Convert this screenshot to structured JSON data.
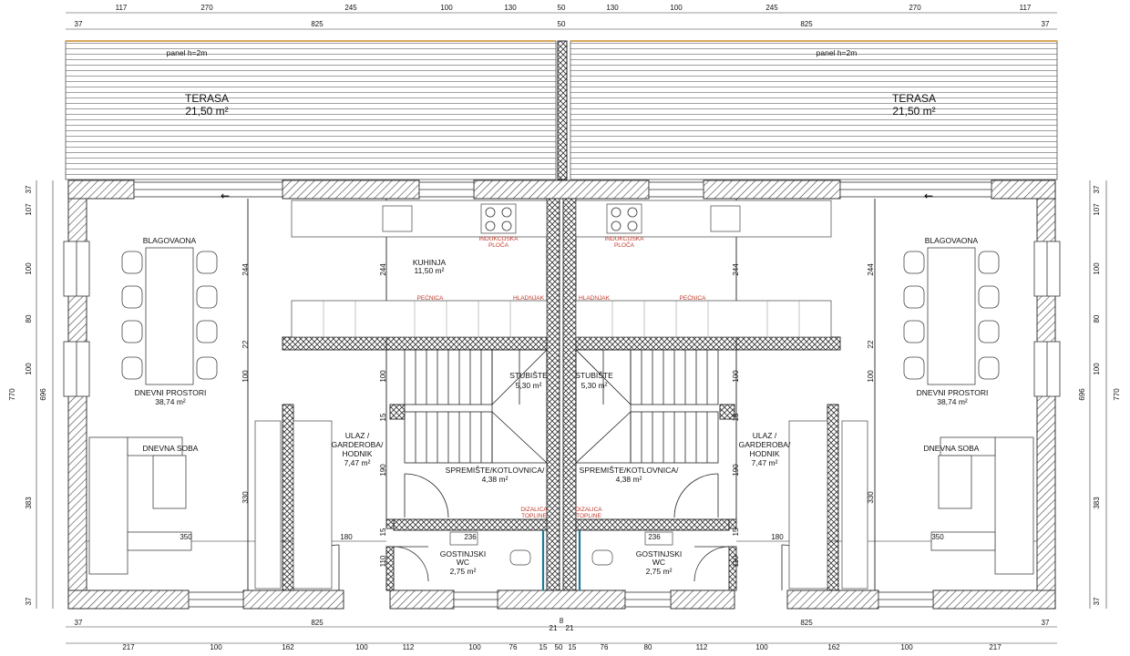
{
  "rooms": {
    "terasa": {
      "name": "TERASA",
      "area": "21,50 m²",
      "panel": "panel h=2m"
    },
    "blagovaona": {
      "name": "BLAGOVAONA"
    },
    "dnevni": {
      "name": "DNEVNI PROSTORI",
      "area": "38,74 m²"
    },
    "dnevna_soba": {
      "name": "DNEVNA SOBA"
    },
    "kuhinja": {
      "name": "KUHINJA",
      "area": "11,50 m²"
    },
    "stubiste": {
      "name": "STUBIŠTE",
      "area": "5,30 m²"
    },
    "ulaz": {
      "line1": "ULAZ /",
      "line2": "GARDEROBA/",
      "line3": "HODNIK",
      "area": "7,47 m²"
    },
    "spremiste": {
      "name": "SPREMIŠTE/KOTLOVNICA/",
      "area": "4,38 m²"
    },
    "wc": {
      "line1": "GOSTINJSKI",
      "line2": "WC",
      "area": "2,75 m²"
    }
  },
  "appliances": {
    "ploca1": "INDUKCIJSKA",
    "ploca2": "PLOČA",
    "pecnica": "PEĆNICA",
    "hladnjak": "HLADNJAK",
    "dizalica1": "DIZALICA",
    "dizalica2": "TOPLINE"
  },
  "dims": {
    "top1_left": [
      "117",
      "270",
      "245",
      "100",
      "130",
      "50"
    ],
    "top1_right": [
      "130",
      "100",
      "245",
      "270",
      "117"
    ],
    "top2": [
      "37",
      "825",
      "50",
      "825",
      "37"
    ],
    "bot1": [
      "37",
      "825",
      "8",
      "21",
      "21",
      "825",
      "37"
    ],
    "bot2": [
      "217",
      "100",
      "162",
      "100",
      "112",
      "100",
      "76",
      "15",
      "50",
      "15",
      "76",
      "80",
      "112",
      "100",
      "162",
      "100",
      "217"
    ],
    "left_outer": "770",
    "left_inner": "696",
    "left_segments": [
      "37",
      "107",
      "100",
      "80",
      "100",
      "383",
      "37"
    ],
    "inner_244": "244",
    "inner_22": "22",
    "inner_100": "100",
    "inner_15": "15",
    "inner_190": "190",
    "inner_110": "110",
    "inner_330": "330",
    "h_350": "350",
    "h_180": "180",
    "h_236": "236"
  }
}
